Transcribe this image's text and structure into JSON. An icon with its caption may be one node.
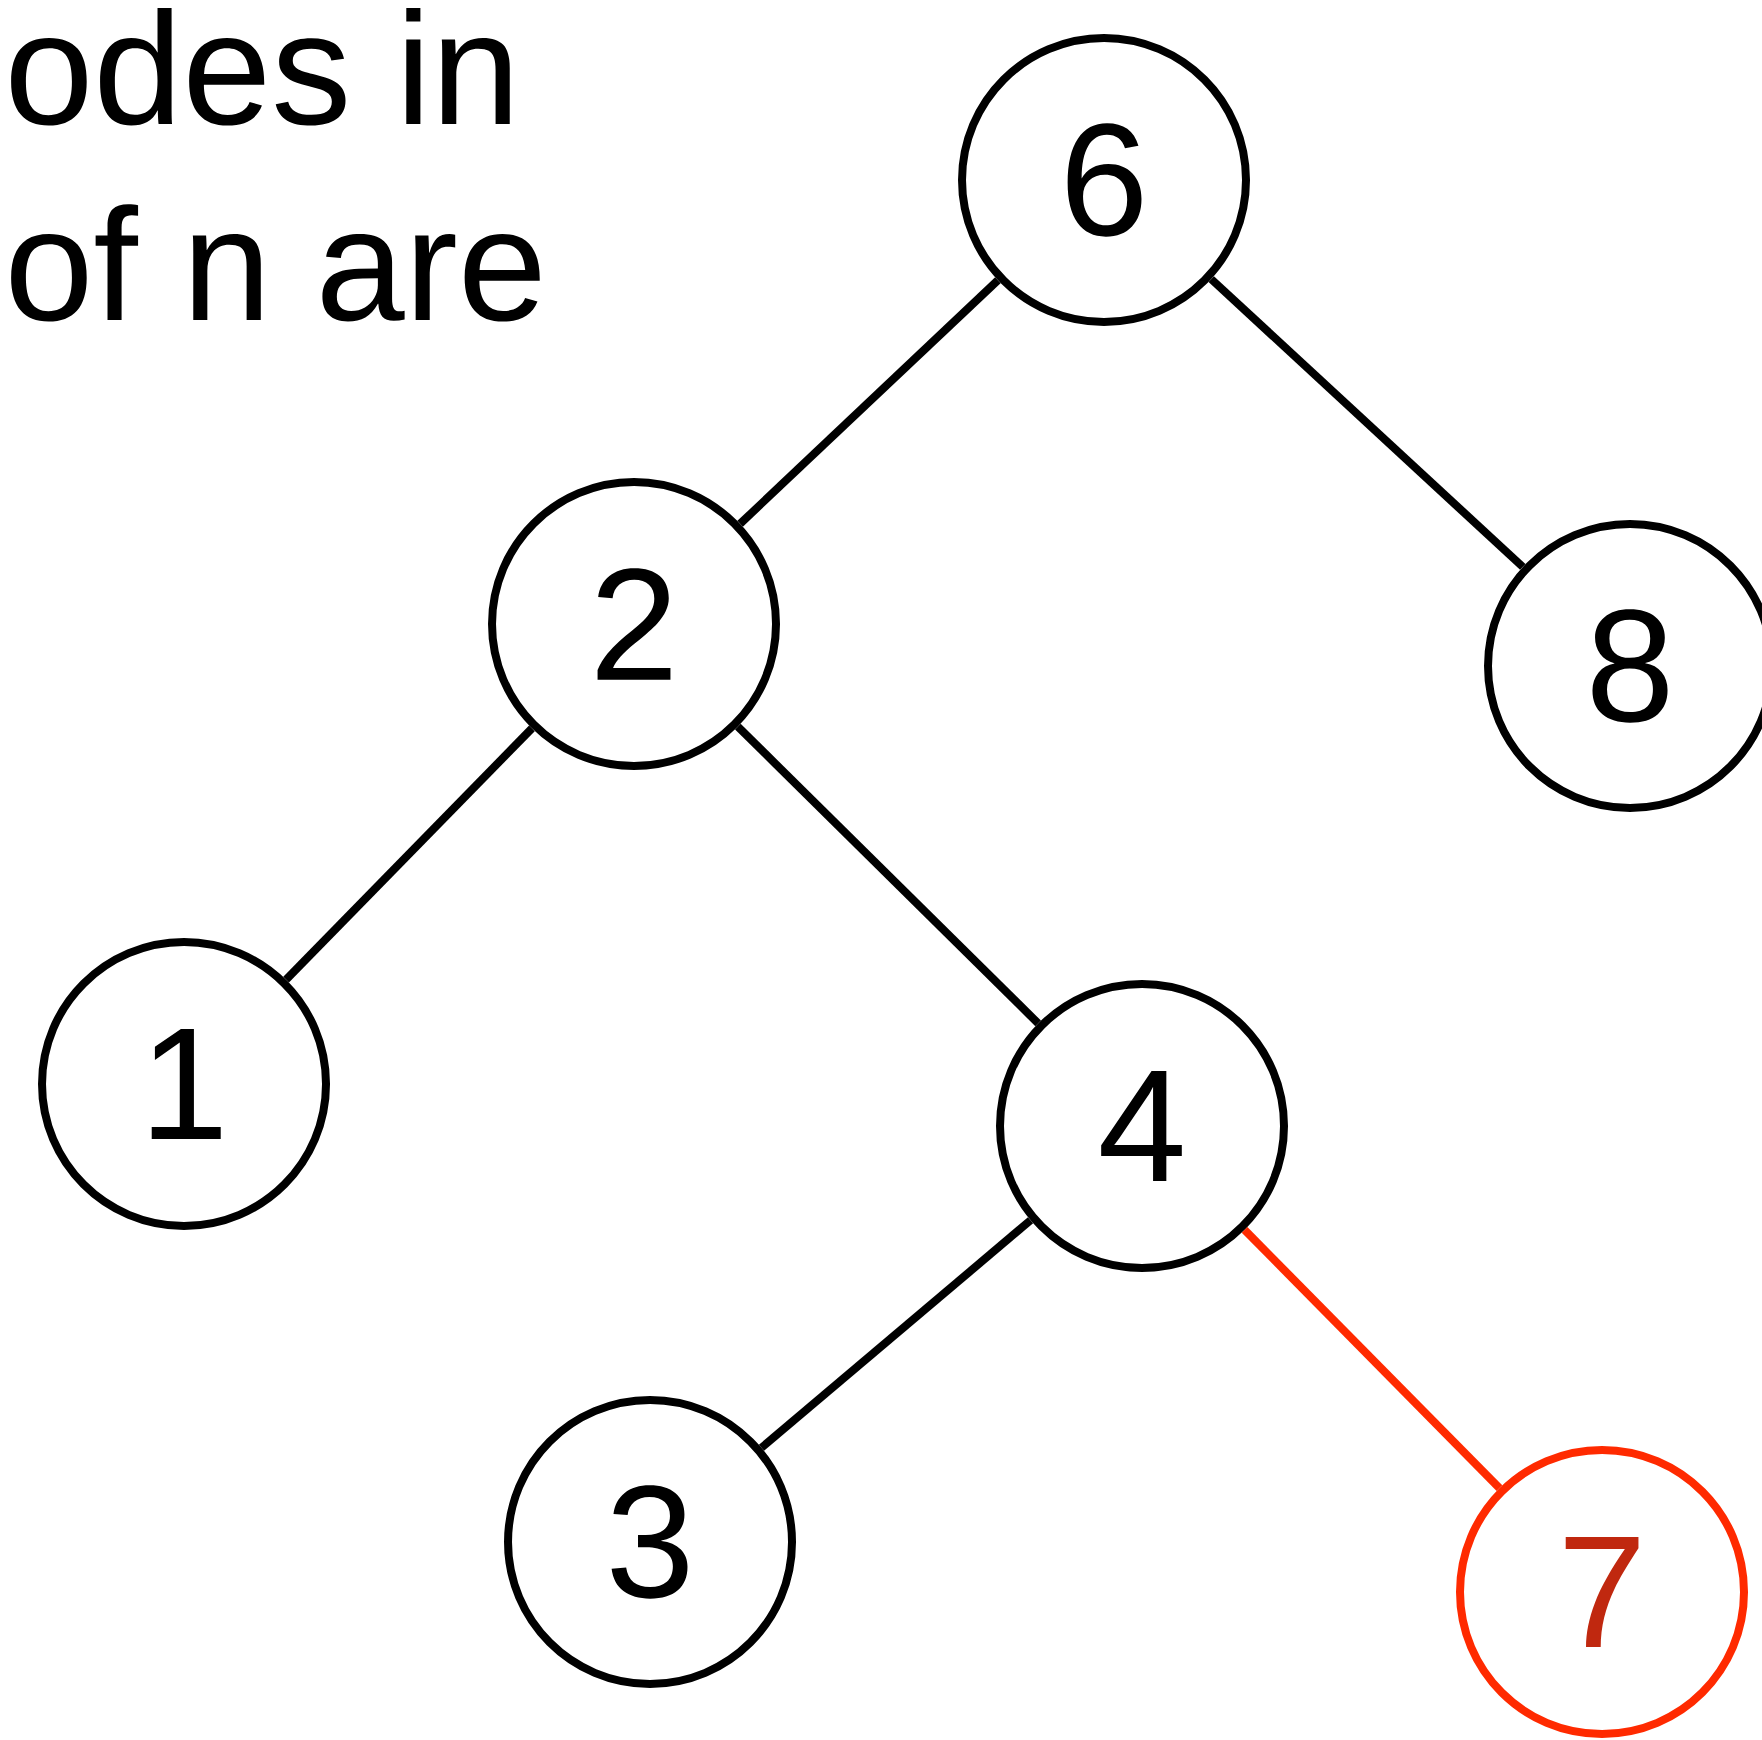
{
  "diagram": {
    "nodes": [
      {
        "text": [
          "6"
        ]
      },
      {
        "text": [
          "2"
        ]
      },
      {
        "text": [
          "8"
        ]
      },
      {
        "text": [
          "1"
        ]
      },
      {
        "text": [
          "4"
        ]
      },
      {
        "text": [
          "3"
        ]
      },
      {
        "text": [
          "7"
        ]
      }
    ],
    "edges": [
      {
        "from": 0,
        "to": 1,
        "arrow": "none"
      },
      {
        "from": 0,
        "to": 2,
        "arrow": "none"
      },
      {
        "from": 1,
        "to": 3,
        "arrow": "none"
      },
      {
        "from": 1,
        "to": 4,
        "arrow": "none"
      },
      {
        "from": 4,
        "to": 5,
        "arrow": "none"
      },
      {
        "from": 4,
        "to": 6,
        "arrow": "none",
        "color": "#ff2a00"
      }
    ],
    "labels": [
      "odes in",
      "of n are"
    ]
  }
}
